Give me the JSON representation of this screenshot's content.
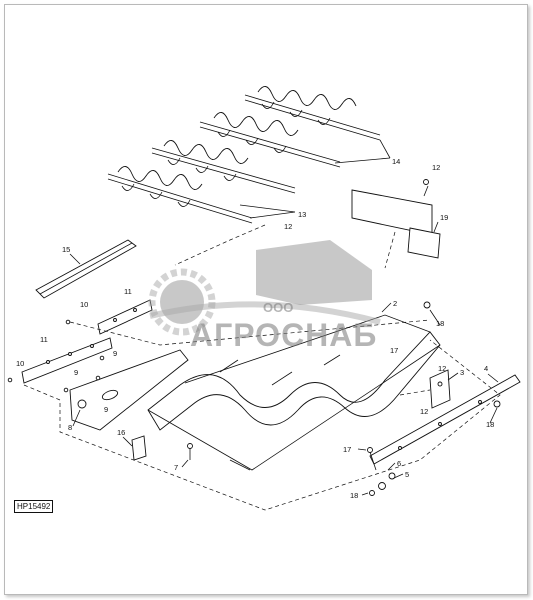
{
  "diagram_code": "HP15492",
  "watermark": {
    "line1": "ООО",
    "line2": "АГРОСНАБ"
  },
  "callouts": [
    {
      "id": "c2",
      "text": "2"
    },
    {
      "id": "c3",
      "text": "3"
    },
    {
      "id": "c4",
      "text": "4"
    },
    {
      "id": "c5",
      "text": "5"
    },
    {
      "id": "c6",
      "text": "6"
    },
    {
      "id": "c7",
      "text": "7"
    },
    {
      "id": "c8",
      "text": "8"
    },
    {
      "id": "c9a",
      "text": "9"
    },
    {
      "id": "c9b",
      "text": "9"
    },
    {
      "id": "c9c",
      "text": "9"
    },
    {
      "id": "c10a",
      "text": "10"
    },
    {
      "id": "c10b",
      "text": "10"
    },
    {
      "id": "c11a",
      "text": "11"
    },
    {
      "id": "c11b",
      "text": "11"
    },
    {
      "id": "c12a",
      "text": "12"
    },
    {
      "id": "c12b",
      "text": "12"
    },
    {
      "id": "c12c",
      "text": "12"
    },
    {
      "id": "c12d",
      "text": "12"
    },
    {
      "id": "c13",
      "text": "13"
    },
    {
      "id": "c14",
      "text": "14"
    },
    {
      "id": "c15",
      "text": "15"
    },
    {
      "id": "c16",
      "text": "16"
    },
    {
      "id": "c17a",
      "text": "17"
    },
    {
      "id": "c17b",
      "text": "17"
    },
    {
      "id": "c18a",
      "text": "18"
    },
    {
      "id": "c18b",
      "text": "18"
    },
    {
      "id": "c18c",
      "text": "18"
    },
    {
      "id": "c19",
      "text": "19"
    }
  ],
  "colors": {
    "line": "#111111",
    "frame_border": "#b9b9b9",
    "watermark": "#9a9a9a"
  }
}
